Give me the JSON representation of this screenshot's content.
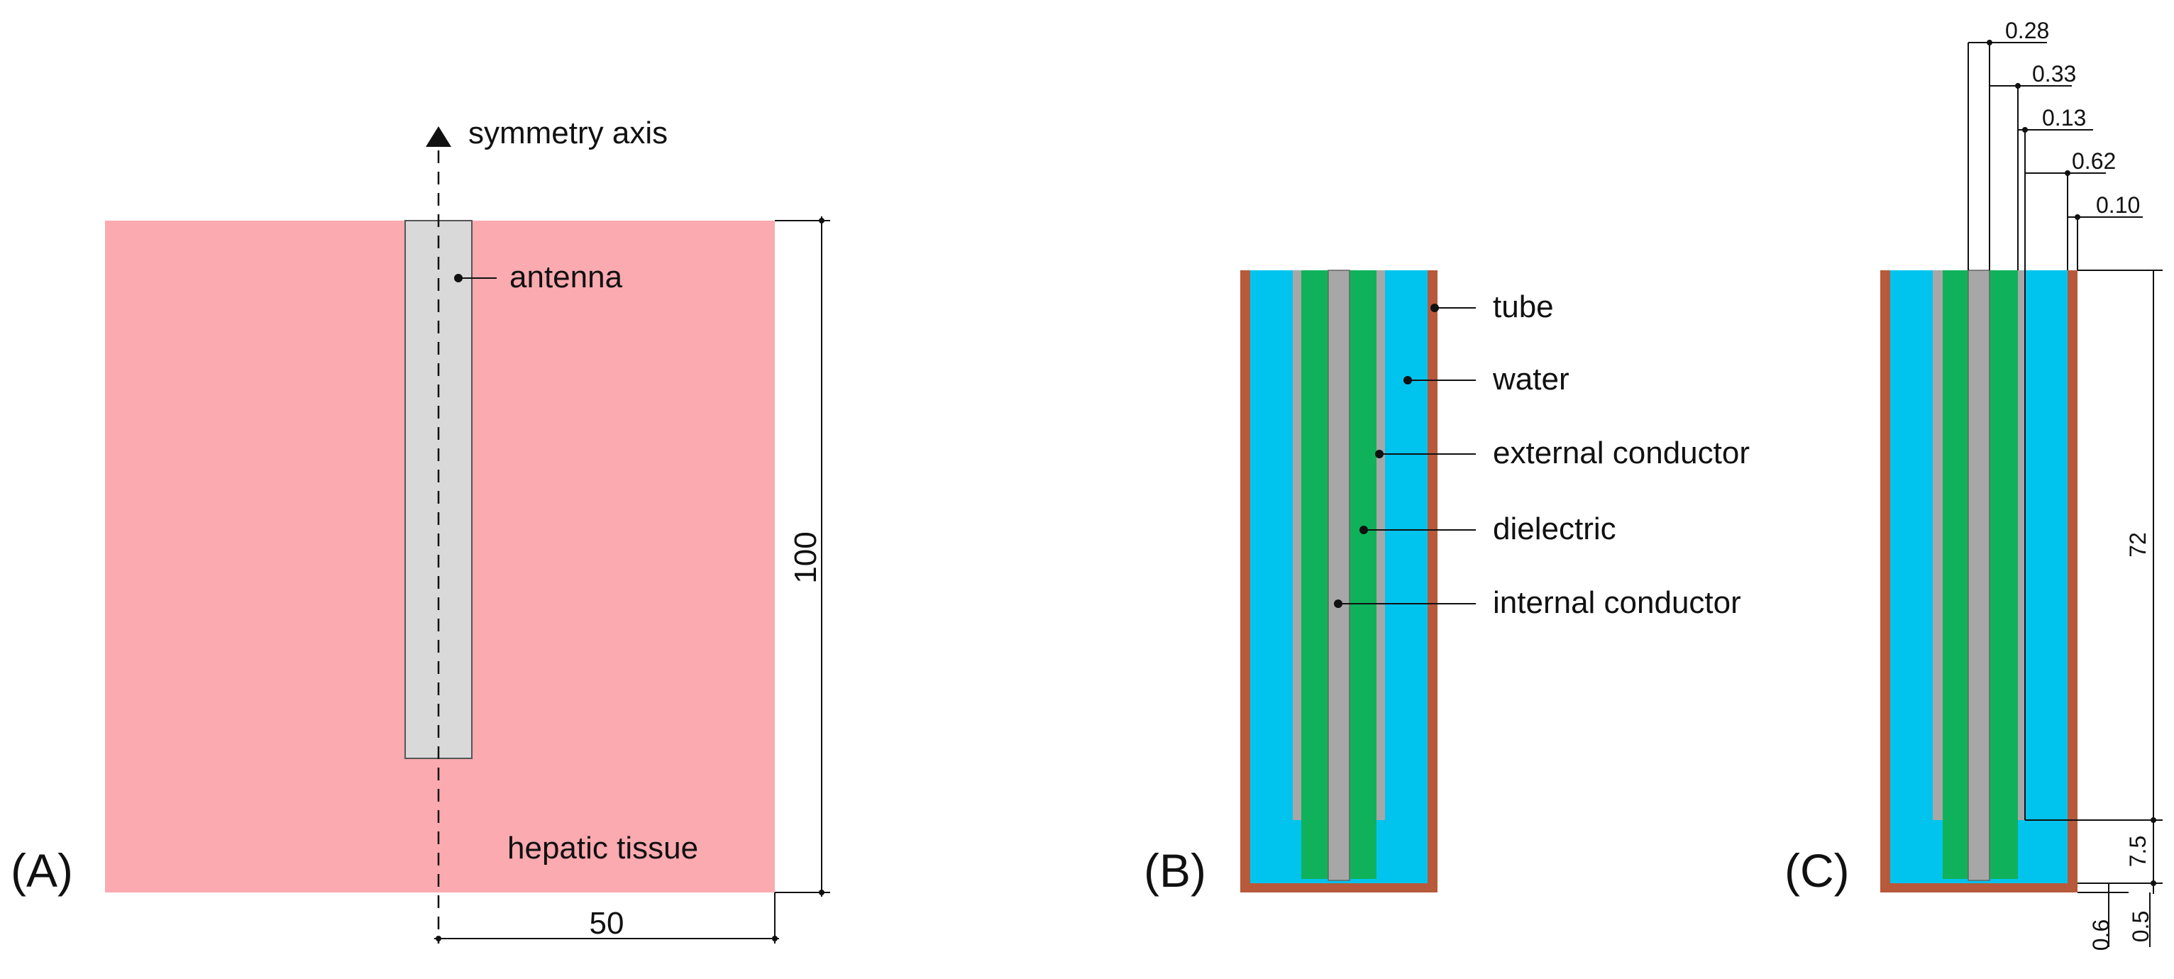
{
  "colors": {
    "tissue": "#fbaab0",
    "antenna": "#d9d9d9",
    "tube": "#b8593c",
    "water": "#00c4ee",
    "conductor": "#a7a7a7",
    "dielectric": "#0fb25a",
    "line": "#111111"
  },
  "panel_a": {
    "label": "(A)",
    "axis_label": "symmetry axis",
    "antenna_label": "antenna",
    "tissue_label": "hepatic tissue",
    "height_dim": "100",
    "width_dim": "50"
  },
  "panel_b": {
    "label": "(B)",
    "labels": {
      "tube": "tube",
      "water": "water",
      "external": "external conductor",
      "dielectric": "dielectric",
      "internal": "internal conductor"
    }
  },
  "panel_c": {
    "label": "(C)",
    "top_dims": [
      "0.28",
      "0.33",
      "0.13",
      "0.62",
      "0.10"
    ],
    "length_dim": "72",
    "gap_dim": "7.5",
    "bottom_dims": [
      "0.6",
      "0.5"
    ]
  }
}
